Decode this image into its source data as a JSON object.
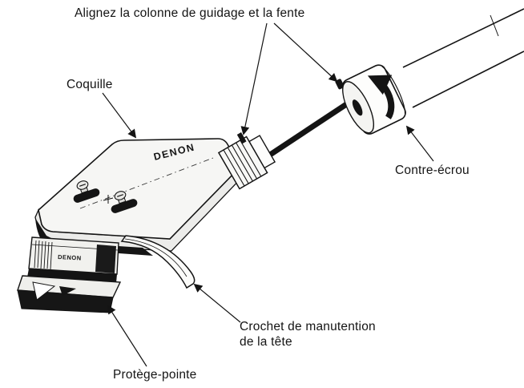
{
  "diagram": {
    "background": "#ffffff",
    "ink": "#141414",
    "title": "Alignez la colonne de guidage et la fente",
    "labels": {
      "shell": "Coquille",
      "lock_nut": "Contre-écrou",
      "hook": "Crochet de manutention\nde la tête",
      "stylus_guard": "Protège-pointe"
    },
    "brand": "DENON"
  }
}
